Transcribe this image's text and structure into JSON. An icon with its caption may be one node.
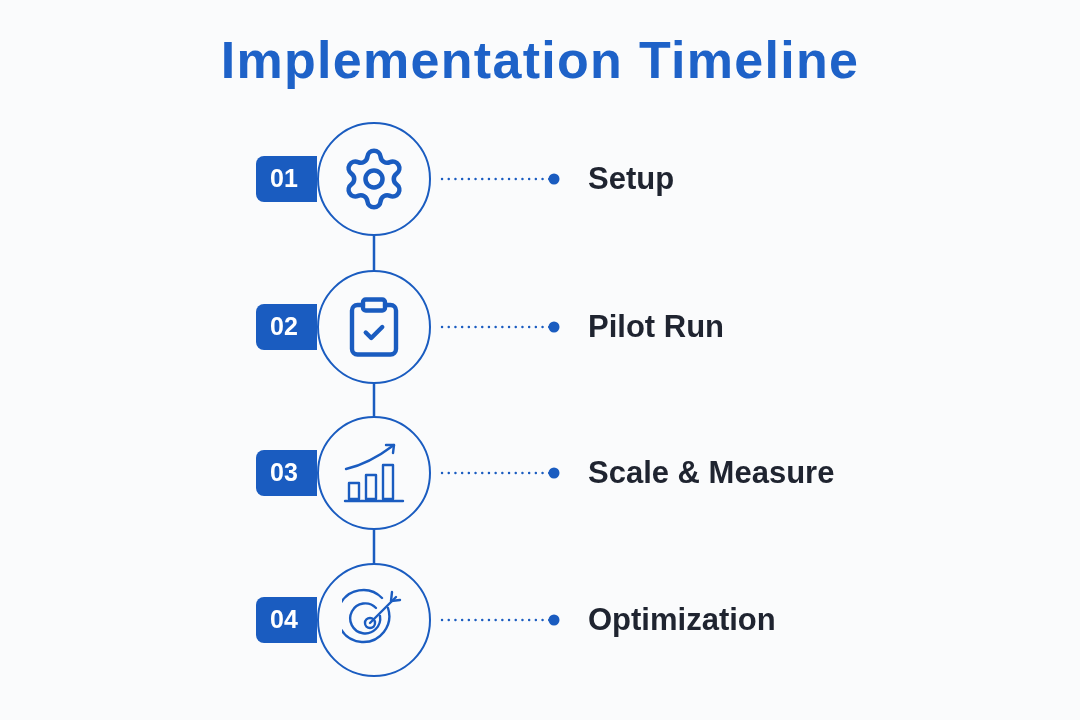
{
  "diagram": {
    "title": "Implementation Timeline",
    "nodes": [
      {
        "text": [
          "01"
        ]
      },
      {
        "text": [],
        "shape": "circle"
      },
      {
        "text": [
          "Setup"
        ]
      },
      {
        "text": [
          "02"
        ]
      },
      {
        "text": [],
        "shape": "circle"
      },
      {
        "text": [
          "Pilot Run"
        ]
      },
      {
        "text": [
          "03"
        ]
      },
      {
        "text": [],
        "shape": "circle"
      },
      {
        "text": [
          "Scale & Measure"
        ]
      },
      {
        "text": [
          "04"
        ]
      },
      {
        "text": [],
        "shape": "circle"
      },
      {
        "text": [
          "Optimization"
        ]
      }
    ],
    "edges": [
      {
        "from": 1,
        "to": 2,
        "arrow": "other",
        "style": "dashed"
      },
      {
        "from": 1,
        "to": 4,
        "arrow": "none"
      },
      {
        "from": 4,
        "to": 5,
        "arrow": "other",
        "style": "dashed"
      },
      {
        "from": 4,
        "to": 7,
        "arrow": "none"
      },
      {
        "from": 7,
        "to": 8,
        "arrow": "other",
        "style": "dashed"
      },
      {
        "from": 7,
        "to": 10,
        "arrow": "none"
      },
      {
        "from": 10,
        "to": 11,
        "arrow": "other",
        "style": "dashed"
      }
    ]
  }
}
